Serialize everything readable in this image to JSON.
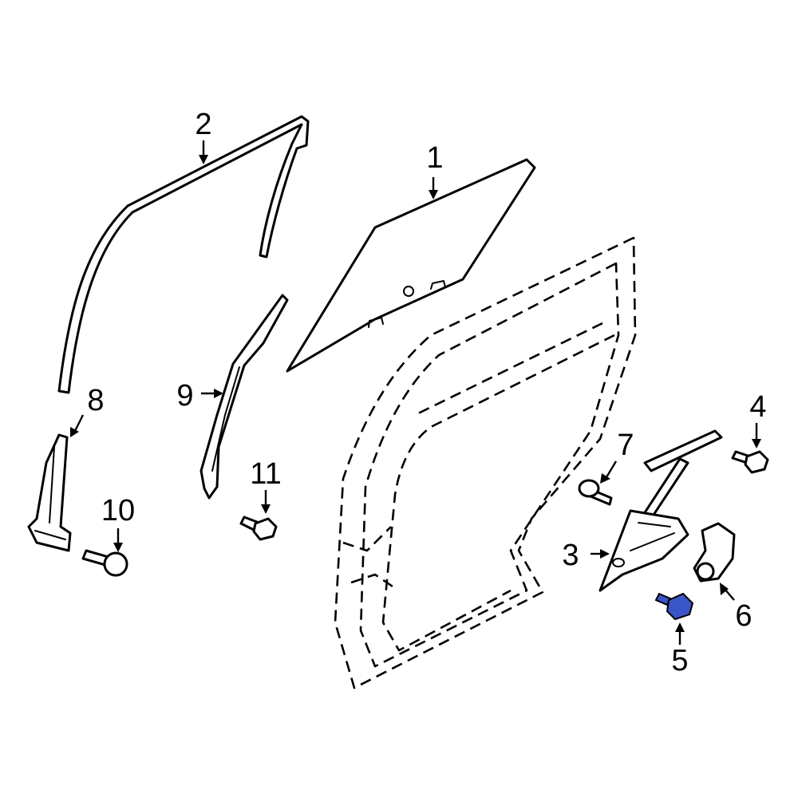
{
  "callouts": {
    "c1": "1",
    "c2": "2",
    "c3": "3",
    "c4": "4",
    "c5": "5",
    "c6": "6",
    "c7": "7",
    "c8": "8",
    "c9": "9",
    "c10": "10",
    "c11": "11"
  },
  "colors": {
    "highlight_part": "#3a55c8",
    "line": "#000000",
    "background": "#ffffff"
  }
}
